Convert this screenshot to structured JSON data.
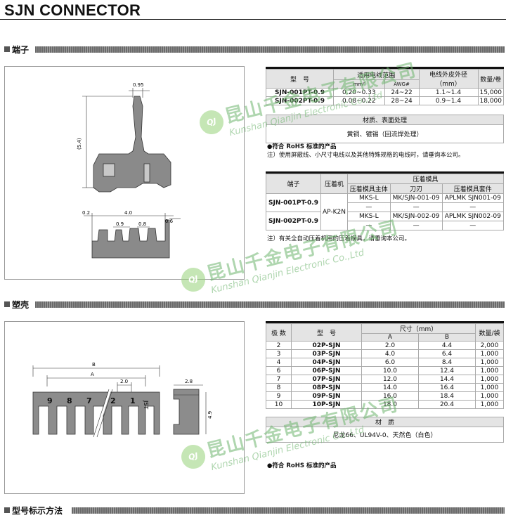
{
  "title": "SJN CONNECTOR",
  "sections": {
    "terminal": "端子",
    "housing": "塑壳",
    "part_number": "型号标示方法"
  },
  "terminal_drawing": {
    "dim_width": "0.95",
    "dim_height": "(5.4)",
    "dim_02": "0.2",
    "dim_40": "4.0",
    "dim_06": "0.6",
    "dim_09": "0.9",
    "dim_08": "0.8"
  },
  "terminal_table": {
    "h_type": "型　号",
    "h_wire_range": "适用电线范围",
    "h_mm2": "mm²",
    "h_awg": "AWG#",
    "h_outer": "电线外皮外径（mm）",
    "h_qty": "数量/卷",
    "rows": [
      {
        "type": "SJN-001PT-0.9",
        "mm2": "0.20~0.33",
        "awg": "24~22",
        "outer": "1.1~1.4",
        "qty": "15,000"
      },
      {
        "type": "SJN-002PT-0.9",
        "mm2": "0.08~0.22",
        "awg": "28~24",
        "outer": "0.9~1.4",
        "qty": "18,000"
      }
    ],
    "h_material": "材质、表面处理",
    "material": "黄铜、镀锡（回流焊处理）"
  },
  "terminal_notes": {
    "rohs": "●符合 RoHS 标准的产品",
    "note": "注）使用屏蔽线、小尺寸电线以及其他特殊规格的电线时，请垂询本公司。"
  },
  "crimp_table": {
    "h_terminal": "端子",
    "h_machine": "压着机",
    "h_die": "压着模具",
    "h_die_body": "压着模具主体",
    "h_blade": "刀刃",
    "h_kit": "压着模具套件",
    "machine": "AP-K2N",
    "rows": [
      {
        "terminal": "SJN-001PT-0.9",
        "body": "MKS-L",
        "blade": "MK/SJN-001-09",
        "kit": "APLMK SJN001-09"
      },
      {
        "terminal": "",
        "body": "—",
        "blade": "—",
        "kit": "—"
      },
      {
        "terminal": "SJN-002PT-0.9",
        "body": "MKS-L",
        "blade": "MK/SJN-002-09",
        "kit": "APLMK SJN002-09"
      },
      {
        "terminal": "",
        "body": "—",
        "blade": "—",
        "kit": "—"
      }
    ],
    "note": "注）有关全自动压着机用的压着模具，请垂询本公司。"
  },
  "housing_drawing": {
    "dim_b": "B",
    "dim_a": "A",
    "dim_20": "2.0",
    "dim_28": "2.8",
    "dim_49": "4.9",
    "pins": [
      "9",
      "8",
      "7",
      "2",
      "1"
    ],
    "brand": "JST"
  },
  "housing_table": {
    "h_poles": "极 数",
    "h_type": "型　号",
    "h_dim": "尺寸（mm）",
    "h_a": "A",
    "h_b": "B",
    "h_qty": "数量/袋",
    "rows": [
      {
        "poles": "2",
        "type": "02P-SJN",
        "a": "2.0",
        "b": "4.4",
        "qty": "2,000"
      },
      {
        "poles": "3",
        "type": "03P-SJN",
        "a": "4.0",
        "b": "6.4",
        "qty": "1,000"
      },
      {
        "poles": "4",
        "type": "04P-SJN",
        "a": "6.0",
        "b": "8.4",
        "qty": "1,000"
      },
      {
        "poles": "6",
        "type": "06P-SJN",
        "a": "10.0",
        "b": "12.4",
        "qty": "1,000"
      },
      {
        "poles": "7",
        "type": "07P-SJN",
        "a": "12.0",
        "b": "14.4",
        "qty": "1,000"
      },
      {
        "poles": "8",
        "type": "08P-SJN",
        "a": "14.0",
        "b": "16.4",
        "qty": "1,000"
      },
      {
        "poles": "9",
        "type": "09P-SJN",
        "a": "16.0",
        "b": "18.4",
        "qty": "1,000"
      },
      {
        "poles": "10",
        "type": "10P-SJN",
        "a": "18.0",
        "b": "20.4",
        "qty": "1,000"
      }
    ],
    "h_material": "材　质",
    "material": "尼龙66、UL94V-0、天然色（白色）",
    "rohs": "●符合 RoHS 标准的产品"
  },
  "watermark": {
    "cn": "昆山千金电子有限公司",
    "en": "Kunshan Qianjin Electronic Co.,Ltd",
    "logo": "QJ"
  }
}
